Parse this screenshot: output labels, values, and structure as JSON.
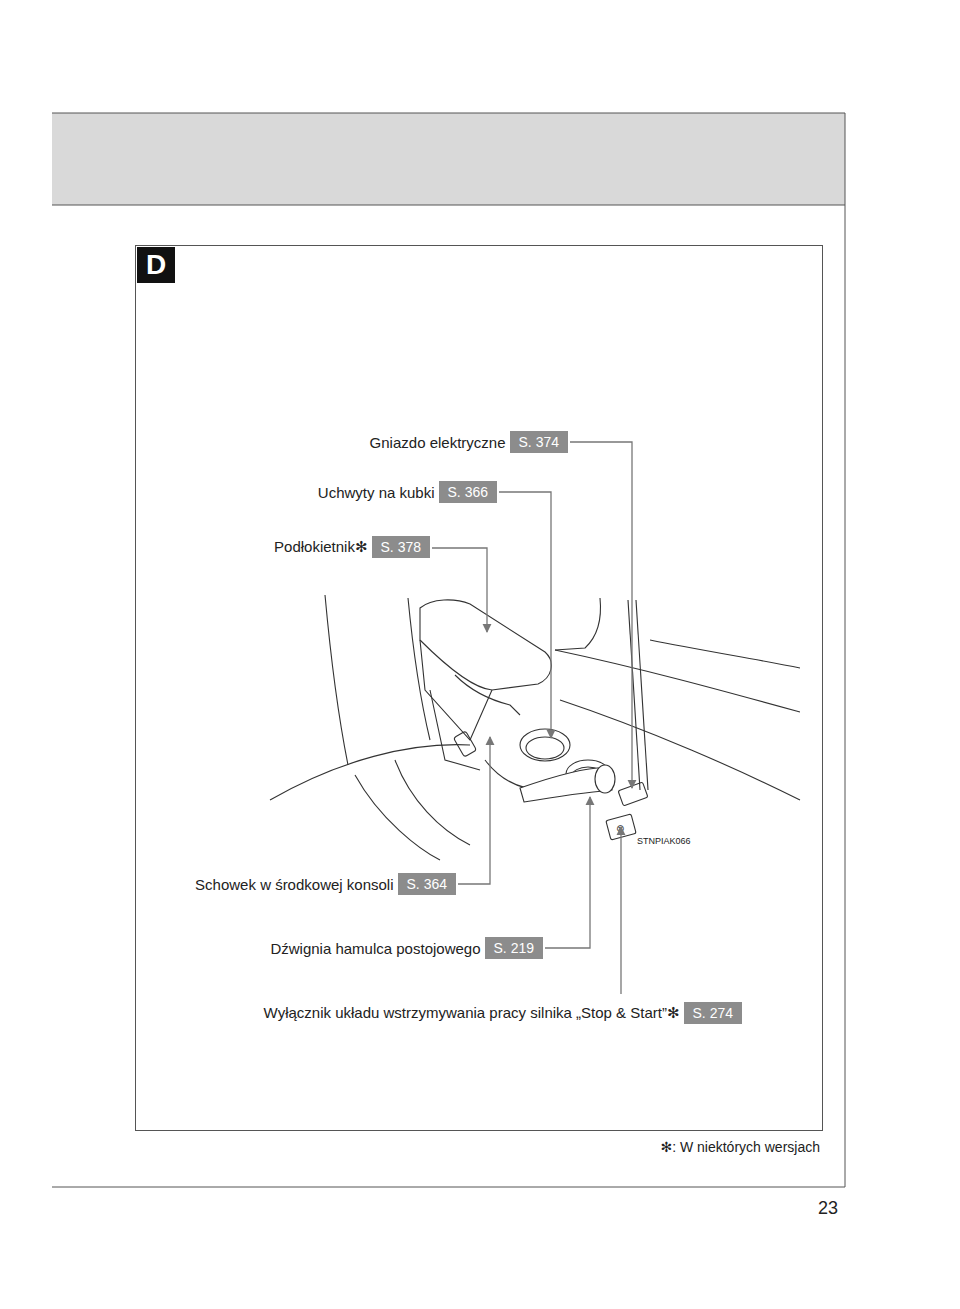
{
  "diagram": {
    "nodes": [
      {
        "text": [
          "D"
        ]
      },
      {
        "text": [
          "Gniazdo elektryczne",
          "S. 374"
        ]
      },
      {
        "text": [
          "Uchwyty na kubki",
          "S. 366"
        ]
      },
      {
        "text": [
          "Podłokietnik✻",
          "S. 378"
        ]
      },
      {
        "text": [
          "Schowek w środkowej konsoli",
          "S. 364"
        ]
      },
      {
        "text": [
          "Dźwignia hamulca postojowego",
          "S. 219"
        ]
      },
      {
        "text": [
          "Wyłącznik układu wstrzymywania pracy silnika „Stop & Start”✻",
          "S. 274"
        ]
      }
    ],
    "labels": [
      "STNPIAK066",
      "✻: W niektórych wersjach",
      "23"
    ]
  }
}
